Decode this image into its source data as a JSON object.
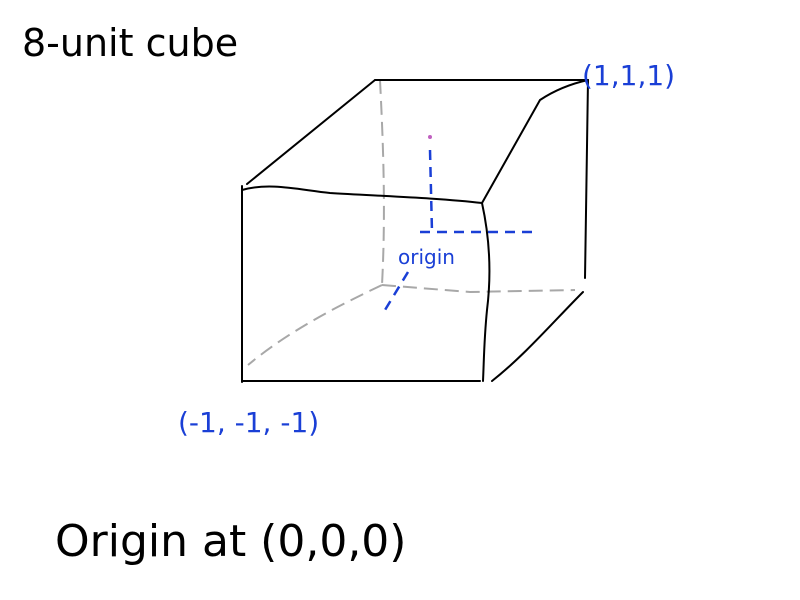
{
  "title": "8-unit cube",
  "labels": {
    "corner_max": "(1,1,1)",
    "corner_min": "(-1, -1, -1)",
    "origin": "origin"
  },
  "note": "Origin at (0,0,0)",
  "colors": {
    "ink": "#000000",
    "hidden_edge": "#a8a8a8",
    "annotation": "#1a3fd6",
    "axis_marker": "#c060c0"
  }
}
